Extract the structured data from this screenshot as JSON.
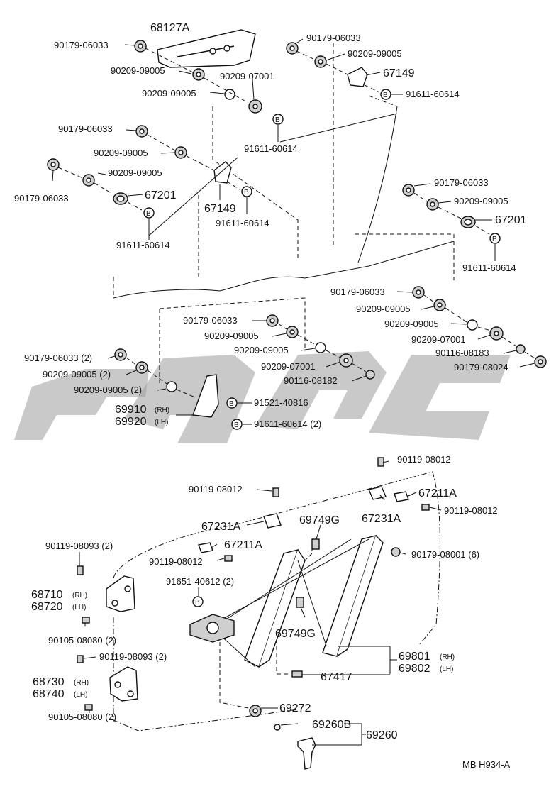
{
  "diagram": {
    "labels": {
      "p68127A": "68127A",
      "p90179_06033_a": "90179-06033",
      "p90209_09005_a": "90209-09005",
      "p90209_09005_b": "90209-09005",
      "p90209_07001_a": "90209-07001",
      "p91611_60614_a": "91611-60614",
      "p90179_06033_b": "90179-06033",
      "p90209_09005_c": "90209-09005",
      "p67149_a": "67149",
      "p91611_60614_b": "91611-60614",
      "p90179_06033_c": "90179-06033",
      "p90209_09005_d": "90209-09005",
      "p90179_06033_d": "90179-06033",
      "p90209_09005_e": "90209-09005",
      "p67201_a": "67201",
      "p67149_b": "67149",
      "p91611_60614_c": "91611-60614",
      "p91611_60614_d": "91611-60614",
      "p90179_06033_e": "90179-06033",
      "p90209_09005_f": "90209-09005",
      "p67201_b": "67201",
      "p91611_60614_e": "91611-60614",
      "p90179_06033_f": "90179-06033",
      "p90209_09005_g": "90209-09005",
      "p90209_09005_h": "90209-09005",
      "p90209_07001_b": "90209-07001",
      "p90116_08183": "90116-08183",
      "p90179_08024": "90179-08024",
      "p90179_06033_g": "90179-06033",
      "p90209_09005_i": "90209-09005",
      "p90209_09005_j": "90209-09005",
      "p90209_07001_c": "90209-07001",
      "p90116_08182": "90116-08182",
      "p90179_06033_2": "90179-06033 (2)",
      "p90209_09005_2a": "90209-09005 (2)",
      "p90209_09005_2b": "90209-09005 (2)",
      "p69910": "69910",
      "p69920": "69920",
      "rh": "(RH)",
      "lh": "(LH)",
      "p91521_40816": "91521-40816",
      "p91611_60614_2": "91611-60614 (2)",
      "p90119_08012_a": "90119-08012",
      "p90119_08012_b": "90119-08012",
      "p67211A_a": "67211A",
      "p90119_08012_c": "90119-08012",
      "p67231A_a": "67231A",
      "p67231A_b": "67231A",
      "p69749G_a": "69749G",
      "p67211A_b": "67211A",
      "p90119_08012_d": "90119-08012",
      "p90179_08001_6": "90179-08001 (6)",
      "p90119_08093_2a": "90119-08093 (2)",
      "p91651_40612_2": "91651-40612 (2)",
      "p68710": "68710",
      "p68720": "68720",
      "p90105_08080_2a": "90105-08080 (2)",
      "p90119_08093_2b": "90119-08093 (2)",
      "p69749G_b": "69749G",
      "p69801": "69801",
      "p69802": "69802",
      "p67417": "67417",
      "p68730": "68730",
      "p68740": "68740",
      "p69272": "69272",
      "p69260B": "69260B",
      "p69260": "69260",
      "p90105_08080_2b": "90105-08080 (2)",
      "footer_code": "MB  H934-A",
      "bolt_letter": "B"
    }
  }
}
